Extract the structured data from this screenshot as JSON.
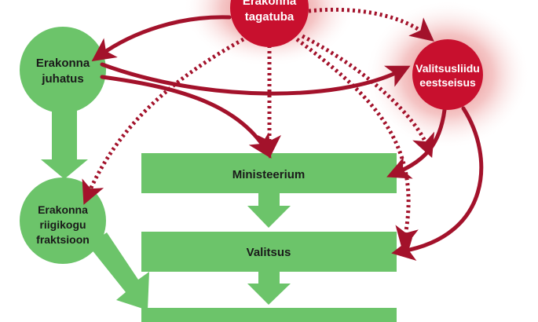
{
  "nodes": {
    "tagatuba": {
      "line1": "Erakonna",
      "line2": "tagatuba"
    },
    "juhatus": {
      "line1": "Erakonna",
      "line2": "juhatus"
    },
    "eestseisus": {
      "line1": "Valitsusliidu",
      "line2": "eestseisus"
    },
    "fraktsioon": {
      "line1": "Erakonna",
      "line2": "riigikogu",
      "line3": "fraktsioon"
    },
    "ministeerium": {
      "label": "Ministeerium"
    },
    "valitsus": {
      "label": "Valitsus"
    }
  },
  "colors": {
    "green": "#6cc46a",
    "red": "#c8102e",
    "arrow_red": "#a3122b",
    "glow": "#e06a6a"
  }
}
